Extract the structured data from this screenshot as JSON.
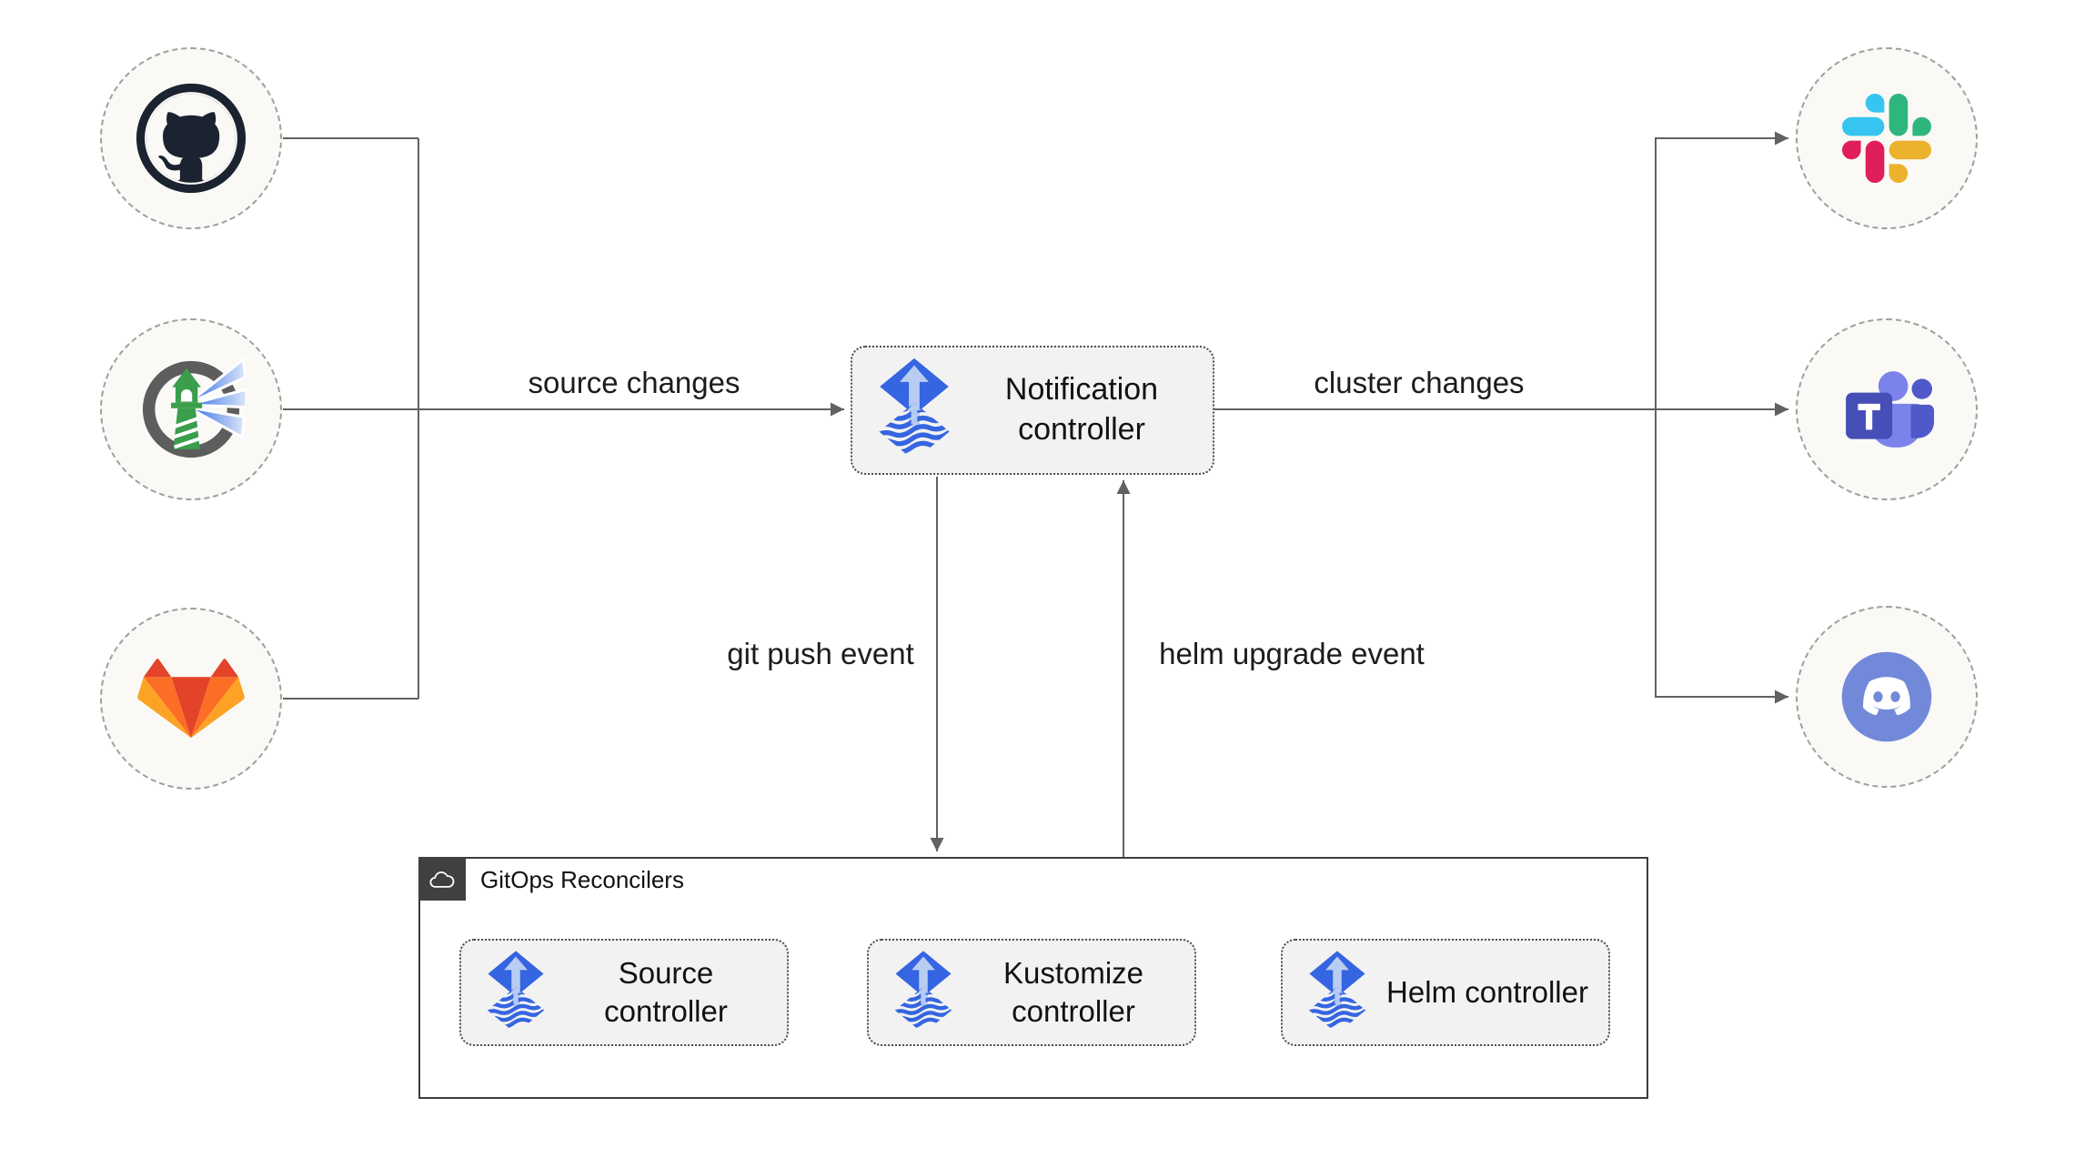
{
  "edges": {
    "source_changes": "source changes",
    "cluster_changes": "cluster changes",
    "git_push_event": "git push event",
    "helm_upgrade_event": "helm upgrade event"
  },
  "nodes": {
    "notification": {
      "label": "Notification controller",
      "icon": "flux-icon"
    },
    "sources": [
      {
        "icon": "github-icon"
      },
      {
        "icon": "harbor-icon"
      },
      {
        "icon": "gitlab-icon"
      }
    ],
    "targets": [
      {
        "icon": "slack-icon"
      },
      {
        "icon": "microsoft-teams-icon"
      },
      {
        "icon": "discord-icon"
      }
    ]
  },
  "group": {
    "title": "GitOps Reconcilers",
    "icon": "cloud-icon",
    "items": [
      {
        "label": "Source controller",
        "icon": "flux-icon"
      },
      {
        "label": "Kustomize controller",
        "icon": "flux-icon"
      },
      {
        "label": "Helm controller",
        "icon": "flux-icon"
      }
    ]
  },
  "colors": {
    "line": "#616161",
    "text": "#1a1a1a",
    "node_fill": "#f2f2f2",
    "node_border": "#4c4c4c",
    "circle_fill": "#faf9f6",
    "circle_border": "#9f9f9f",
    "group_border": "#3d3d3d",
    "group_tab": "#404040",
    "flux_blue": "#3565e0",
    "flux_light": "#b9cdf3",
    "github_dark": "#1b2330",
    "harbor_ring": "#5d5d5d",
    "harbor_green": "#3a9e4d",
    "gitlab_red": "#e24329",
    "gitlab_orange": "#fc6d26",
    "gitlab_yellow": "#fca326",
    "slack_blue": "#36C5F0",
    "slack_green": "#2EB67D",
    "slack_yellow": "#ECB22E",
    "slack_pink": "#E01E5A",
    "teams_dark": "#464eb8",
    "teams_mid": "#5059c9",
    "teams_light": "#7b83eb",
    "discord_blurple": "#7289da"
  }
}
